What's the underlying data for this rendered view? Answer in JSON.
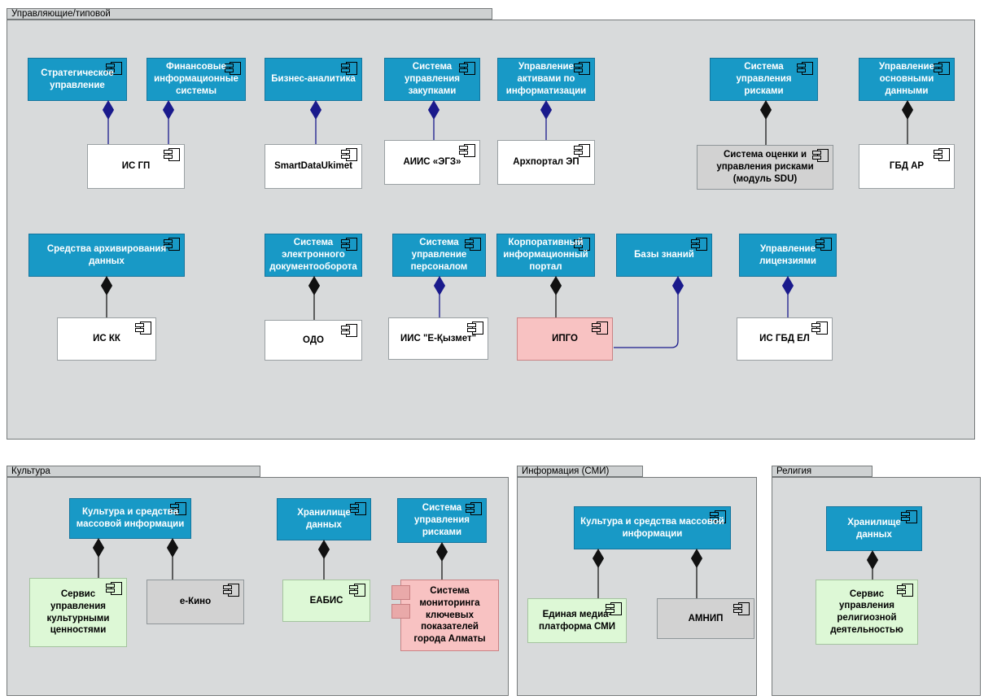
{
  "diagram_type": "uml-component-diagram",
  "colors": {
    "component_blue": "#1899c6",
    "component_white": "#ffffff",
    "component_gray": "#d2d2d2",
    "component_green": "#ddf8d6",
    "component_pink": "#f8c2c2",
    "group_background": "#d8dadb",
    "connector_navy": "#1a1a8c",
    "connector_black": "#111111"
  },
  "groups": {
    "g1": {
      "label": "Управляющие/типовой"
    },
    "g2": {
      "label": "Культура"
    },
    "g3": {
      "label": "Информация (СМИ)"
    },
    "g4": {
      "label": "Религия"
    }
  },
  "nodes": {
    "b1": {
      "label": "Стратегическое управление",
      "group": "g1",
      "color": "blue"
    },
    "b2": {
      "label": "Финансовые информационные системы",
      "group": "g1",
      "color": "blue"
    },
    "b3": {
      "label": "Бизнес-аналитика",
      "group": "g1",
      "color": "blue"
    },
    "b4": {
      "label": "Система управления закупками",
      "group": "g1",
      "color": "blue"
    },
    "b5": {
      "label": "Управление активами по информатизации",
      "group": "g1",
      "color": "blue"
    },
    "b6": {
      "label": "Система управления рисками",
      "group": "g1",
      "color": "blue"
    },
    "b7": {
      "label": "Управление основными данными",
      "group": "g1",
      "color": "blue"
    },
    "b8": {
      "label": "Средства архивирования данных",
      "group": "g1",
      "color": "blue"
    },
    "b9": {
      "label": "Система электронного документооборота",
      "group": "g1",
      "color": "blue"
    },
    "b10": {
      "label": "Система управление персоналом",
      "group": "g1",
      "color": "blue"
    },
    "b11": {
      "label": "Корпоративный информационный портал",
      "group": "g1",
      "color": "blue"
    },
    "b12": {
      "label": "Базы знаний",
      "group": "g1",
      "color": "blue"
    },
    "b13": {
      "label": "Управление лицензиями",
      "group": "g1",
      "color": "blue"
    },
    "w1": {
      "label": "ИС ГП",
      "group": "g1",
      "color": "white"
    },
    "w2": {
      "label": "SmartDataUkimet",
      "group": "g1",
      "color": "white"
    },
    "w3": {
      "label": "АИИС «ЭГЗ»",
      "group": "g1",
      "color": "white"
    },
    "w4": {
      "label": "Архпортал ЭП",
      "group": "g1",
      "color": "white"
    },
    "gy1": {
      "label": "Система оценки и управления рисками (модуль SDU)",
      "group": "g1",
      "color": "gray"
    },
    "w5": {
      "label": "ГБД АР",
      "group": "g1",
      "color": "white"
    },
    "w6": {
      "label": "ИС КК",
      "group": "g1",
      "color": "white"
    },
    "w7": {
      "label": "ОДО",
      "group": "g1",
      "color": "white"
    },
    "w8": {
      "label": "ИИС \"Е-Қызмет\"",
      "group": "g1",
      "color": "white"
    },
    "p1": {
      "label": "ИПГО",
      "group": "g1",
      "color": "pink"
    },
    "w9": {
      "label": "ИС ГБД ЕЛ",
      "group": "g1",
      "color": "white"
    },
    "b14": {
      "label": "Культура и средства массовой информации",
      "group": "g2",
      "color": "blue"
    },
    "b15": {
      "label": "Хранилище данных",
      "group": "g2",
      "color": "blue"
    },
    "b16": {
      "label": "Система управления рисками",
      "group": "g2",
      "color": "blue"
    },
    "gn1": {
      "label": "Сервис управления культурными ценностями",
      "group": "g2",
      "color": "green"
    },
    "gy2": {
      "label": "е-Кино",
      "group": "g2",
      "color": "gray"
    },
    "gn2": {
      "label": "ЕАБИС",
      "group": "g2",
      "color": "green"
    },
    "p2": {
      "label": "Система мониторинга ключевых показателей города Алматы",
      "group": "g2",
      "color": "pink",
      "ports": 2
    },
    "b17": {
      "label": "Культура и средства массовой информации",
      "group": "g3",
      "color": "blue"
    },
    "gn3": {
      "label": "Единая медиа-платформа СМИ",
      "group": "g3",
      "color": "green"
    },
    "gy3": {
      "label": "АМНИП",
      "group": "g3",
      "color": "gray"
    },
    "b18": {
      "label": "Хранилище данных",
      "group": "g4",
      "color": "blue"
    },
    "gn4": {
      "label": "Сервис управления религиозной деятельностью",
      "group": "g4",
      "color": "green"
    }
  },
  "edges": [
    {
      "from": "b1",
      "to": "w1",
      "connector": "composition-diamond",
      "color": "navy"
    },
    {
      "from": "b2",
      "to": "w1",
      "connector": "composition-diamond",
      "color": "navy"
    },
    {
      "from": "b3",
      "to": "w2",
      "connector": "composition-diamond",
      "color": "navy"
    },
    {
      "from": "b4",
      "to": "w3",
      "connector": "composition-diamond",
      "color": "navy"
    },
    {
      "from": "b5",
      "to": "w4",
      "connector": "composition-diamond",
      "color": "navy"
    },
    {
      "from": "b6",
      "to": "gy1",
      "connector": "composition-diamond",
      "color": "black"
    },
    {
      "from": "b7",
      "to": "w5",
      "connector": "composition-diamond",
      "color": "black"
    },
    {
      "from": "b8",
      "to": "w6",
      "connector": "composition-diamond",
      "color": "black"
    },
    {
      "from": "b9",
      "to": "w7",
      "connector": "composition-diamond",
      "color": "black"
    },
    {
      "from": "b10",
      "to": "w8",
      "connector": "composition-diamond",
      "color": "navy"
    },
    {
      "from": "b11",
      "to": "p1",
      "connector": "composition-diamond",
      "color": "black"
    },
    {
      "from": "b12",
      "to": "p1",
      "connector": "composition-diamond",
      "color": "navy"
    },
    {
      "from": "b13",
      "to": "w9",
      "connector": "composition-diamond",
      "color": "navy"
    },
    {
      "from": "b14",
      "to": "gn1",
      "connector": "composition-diamond",
      "color": "black"
    },
    {
      "from": "b14",
      "to": "gy2",
      "connector": "composition-diamond",
      "color": "black"
    },
    {
      "from": "b15",
      "to": "gn2",
      "connector": "composition-diamond",
      "color": "black"
    },
    {
      "from": "b16",
      "to": "p2",
      "connector": "composition-diamond",
      "color": "black"
    },
    {
      "from": "b17",
      "to": "gn3",
      "connector": "composition-diamond",
      "color": "black"
    },
    {
      "from": "b17",
      "to": "gy3",
      "connector": "composition-diamond",
      "color": "black"
    },
    {
      "from": "b18",
      "to": "gn4",
      "connector": "composition-diamond",
      "color": "black"
    }
  ]
}
